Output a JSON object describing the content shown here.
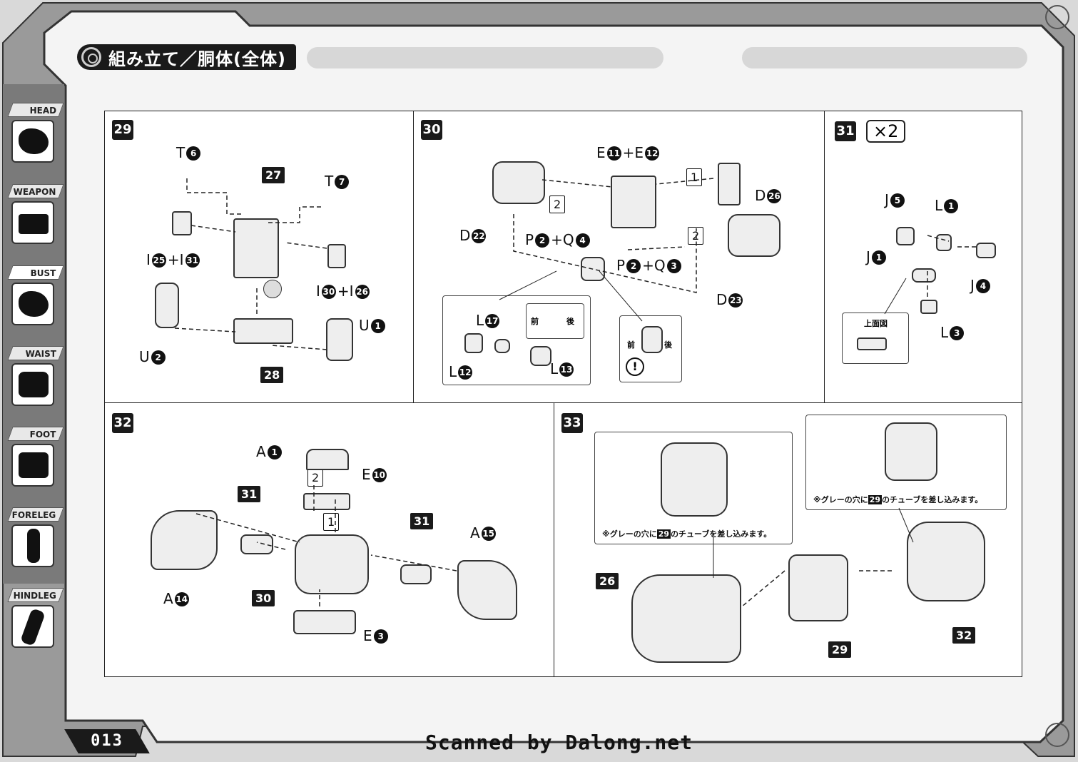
{
  "page_title": "組み立て／胴体(全体)",
  "page_number": "013",
  "credit": "Scanned by Dalong.net",
  "sidebar": {
    "items": [
      {
        "label": "HEAD"
      },
      {
        "label": "WEAPON"
      },
      {
        "label": "BUST"
      },
      {
        "label": "WAIST"
      },
      {
        "label": "FOOT"
      },
      {
        "label": "FORELEG"
      },
      {
        "label": "HINDLEG"
      }
    ]
  },
  "steps": {
    "s29": {
      "number": "29",
      "labels": [
        "T",
        "6",
        "T",
        "7",
        "27",
        "I",
        "25",
        "+",
        "I",
        "31",
        "I",
        "30",
        "+",
        "I",
        "26",
        "U",
        "1",
        "U",
        "2",
        "28"
      ]
    },
    "s30": {
      "number": "30",
      "parts": {
        "e_top": [
          "E",
          "11",
          "+",
          "E",
          "12"
        ],
        "d26": [
          "D",
          "26"
        ],
        "d22": [
          "D",
          "22"
        ],
        "pq4": [
          "P",
          "2",
          "+",
          "Q",
          "4"
        ],
        "pq3": [
          "P",
          "2",
          "+",
          "Q",
          "3"
        ],
        "d23": [
          "D",
          "23"
        ],
        "l17": [
          "L",
          "17"
        ],
        "l12": [
          "L",
          "12"
        ],
        "l13": [
          "L",
          "13"
        ]
      },
      "order": [
        "1",
        "2",
        "2"
      ],
      "front": "前",
      "back": "後",
      "warning": "!"
    },
    "s31": {
      "number": "31",
      "multiplier": "×2",
      "parts": {
        "j5": [
          "J",
          "5"
        ],
        "l1": [
          "L",
          "1"
        ],
        "j1": [
          "J",
          "1"
        ],
        "j4": [
          "J",
          "4"
        ],
        "l3": [
          "L",
          "3"
        ]
      },
      "top_view": "上面図"
    },
    "s32": {
      "number": "32",
      "parts": {
        "a1": [
          "A",
          "1"
        ],
        "e10": [
          "E",
          "10"
        ],
        "a15": [
          "A",
          "15"
        ],
        "a14": [
          "A",
          "14"
        ],
        "e3": [
          "E",
          "3"
        ]
      },
      "order": [
        "2",
        "1"
      ],
      "tags": [
        "31",
        "31",
        "30"
      ]
    },
    "s33": {
      "number": "33",
      "note_before": "※グレーの穴に",
      "note_ref": "29",
      "note_after": "のチューブを差し込みます。",
      "tags": [
        "26",
        "29",
        "32"
      ]
    }
  }
}
